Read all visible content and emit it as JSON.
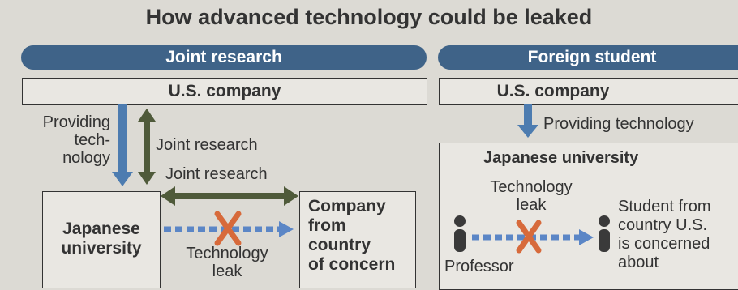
{
  "title": "How advanced technology could be leaked",
  "joint": {
    "header": "Joint research",
    "us_company": "U.S. company",
    "providing": [
      "Providing",
      "tech-",
      "nology"
    ],
    "joint_research_vertical": "Joint research",
    "joint_research_horizontal": "Joint research",
    "japanese_university": [
      "Japanese",
      "university"
    ],
    "company_of_concern": [
      "Company",
      "from",
      "country",
      "of concern"
    ],
    "tech_leak": [
      "Technology",
      "leak"
    ]
  },
  "foreign": {
    "header": "Foreign student",
    "us_company": "U.S. company",
    "providing": "Providing technology",
    "japanese_university": "Japanese university",
    "tech_leak": [
      "Technology",
      "leak"
    ],
    "professor": "Professor",
    "student": [
      "Student from",
      "country U.S.",
      "is concerned",
      "about"
    ]
  },
  "colors": {
    "header_blue": "#3f6388",
    "arrow_blue": "#4d7cb0",
    "arrow_olive": "#4f5a3a",
    "leak_dashed_blue": "#5b86c6",
    "cross_orange": "#d76a3b"
  }
}
